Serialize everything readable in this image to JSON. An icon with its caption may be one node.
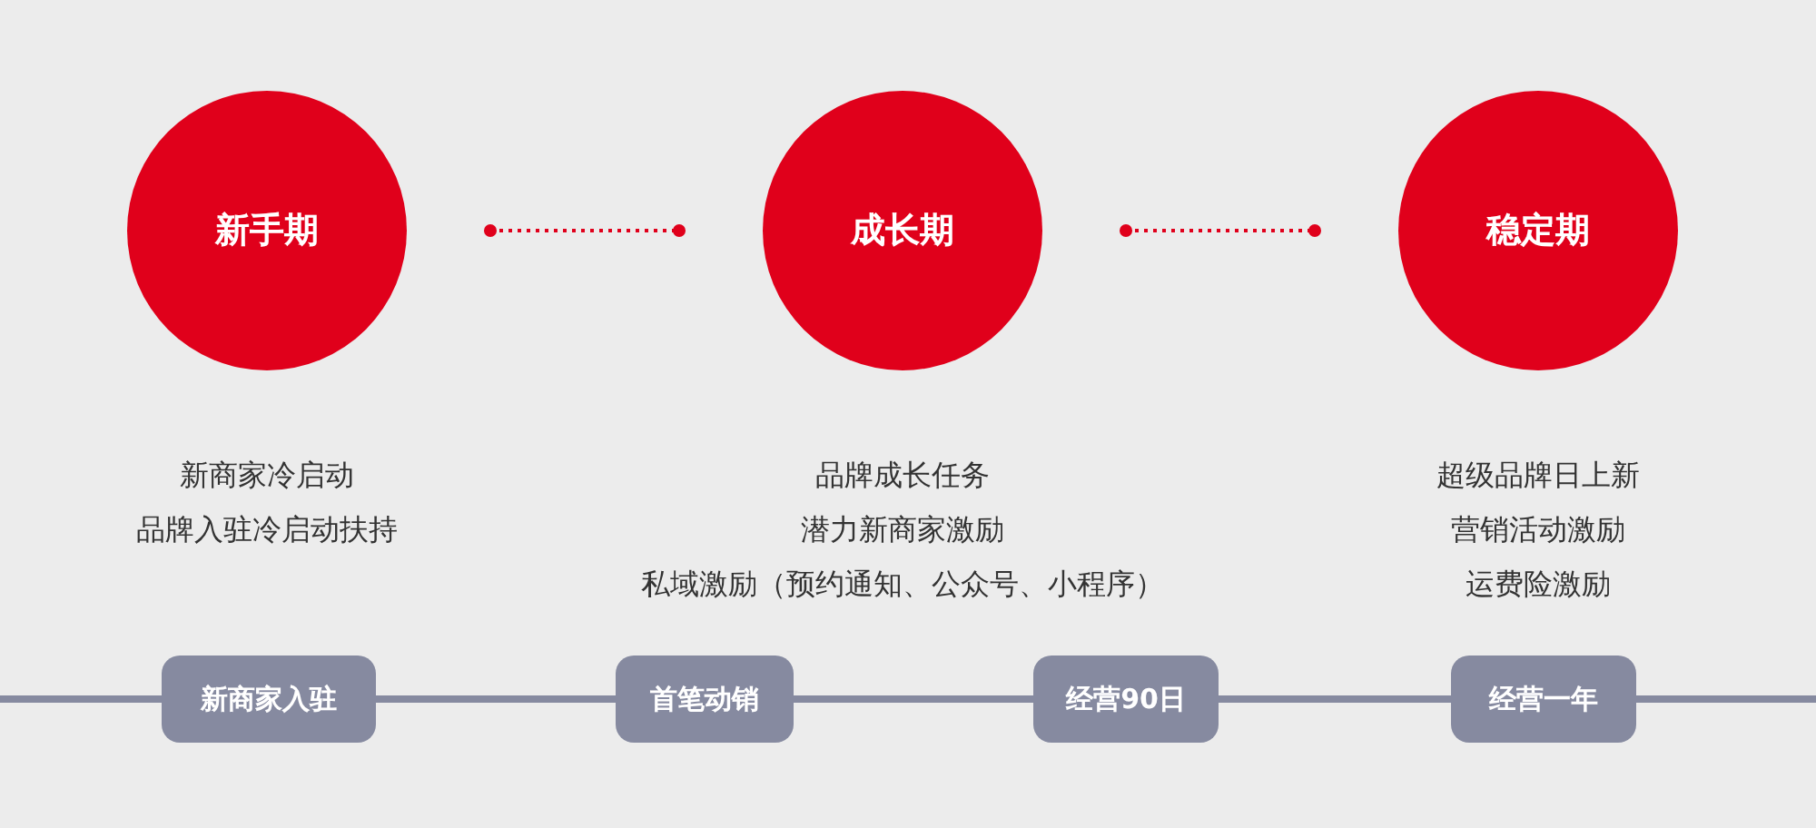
{
  "diagram": {
    "nodes": [
      {
        "text": [
          "新手期"
        ],
        "beside": [
          "新商家冷启动",
          "品牌入驻冷启动扶持"
        ]
      },
      {
        "text": [
          "成长期"
        ],
        "beside": [
          "品牌成长任务",
          "潜力新商家激励",
          "私域激励（预约通知、公众号、小程序）"
        ]
      },
      {
        "text": [
          "稳定期"
        ],
        "beside": [
          "超级品牌日上新",
          "营销活动激励",
          "运费险激励"
        ]
      },
      {
        "text": [
          "新商家入驻"
        ]
      },
      {
        "text": [
          "首笔动销"
        ]
      },
      {
        "text": [
          "经营90日"
        ]
      },
      {
        "text": [
          "经营一年"
        ]
      }
    ],
    "edges": [
      {
        "from": 0,
        "to": 1,
        "arrow": "other",
        "style": "dashed",
        "color": "#e0001b"
      },
      {
        "from": 1,
        "to": 2,
        "arrow": "other",
        "style": "dashed",
        "color": "#e0001b"
      },
      {
        "from": null,
        "to": 3,
        "arrow": "none"
      },
      {
        "from": 3,
        "to": 4,
        "arrow": "none"
      },
      {
        "from": 4,
        "to": 5,
        "arrow": "none"
      },
      {
        "from": 5,
        "to": 6,
        "arrow": "none"
      },
      {
        "from": 6,
        "to": null,
        "arrow": "none"
      }
    ]
  }
}
